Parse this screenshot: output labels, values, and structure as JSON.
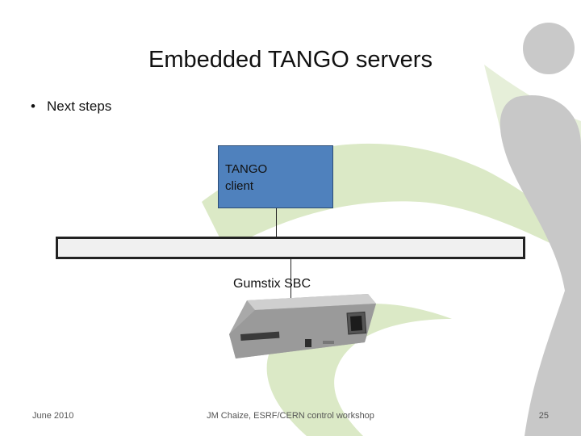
{
  "slide": {
    "title": "Embedded TANGO servers",
    "bullet": "Next steps",
    "bullet_marker": "•"
  },
  "diagram": {
    "client_box": {
      "line1": "TANGO",
      "line2": "client",
      "fill_color": "#4f81bd"
    },
    "device_label": "Gumstix SBC"
  },
  "footer": {
    "date": "June 2010",
    "center_text": "JM Chaize, ESRF/CERN control workshop",
    "page_number": "25"
  },
  "colors": {
    "accent_green": "#dbe9c6",
    "accent_gray": "#c8c8c8"
  }
}
